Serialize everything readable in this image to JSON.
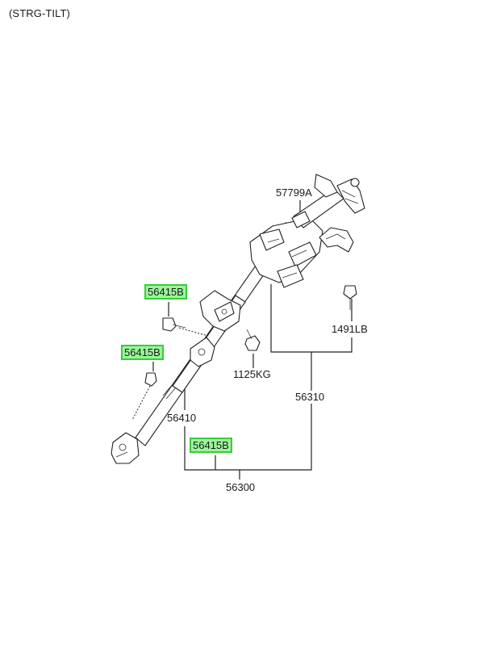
{
  "variant_label": "(STRG-TILT)",
  "labels": {
    "p57799A": "57799A",
    "p1491LB": "1491LB",
    "p1125KG": "1125KG",
    "p56310": "56310",
    "p56410": "56410",
    "p56300": "56300",
    "p56415B_1": "56415B",
    "p56415B_2": "56415B",
    "p56415B_3": "56415B"
  },
  "highlight_color": "#9bf59b",
  "highlight_border_color": "#3acb3a"
}
